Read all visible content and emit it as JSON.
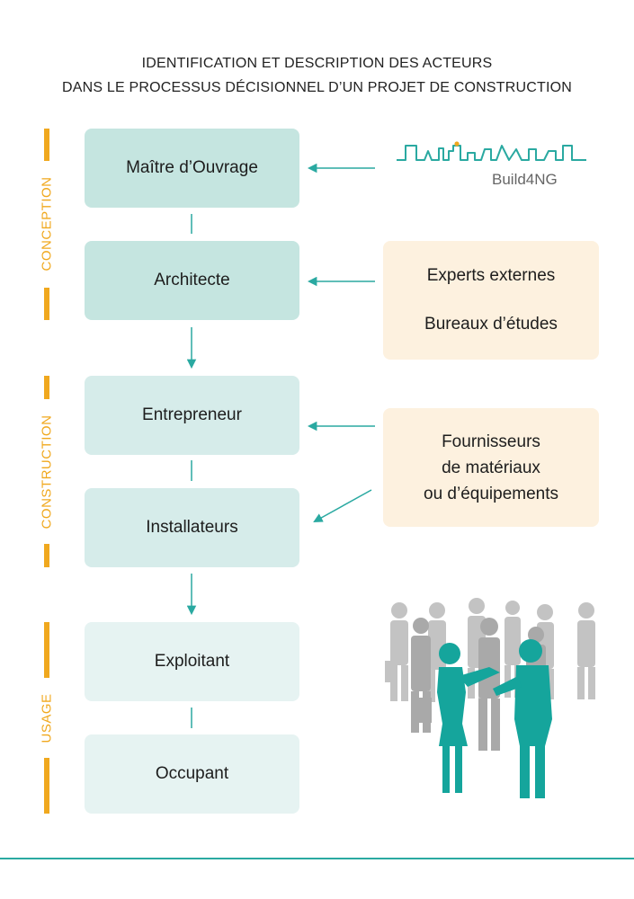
{
  "title": {
    "line1": "IDENTIFICATION ET DESCRIPTION DES ACTEURS",
    "line2": "DANS LE PROCESSUS DÉCISIONNEL D’UN PROJET DE CONSTRUCTION"
  },
  "phases": {
    "conception": "CONCEPTION",
    "construction": "CONSTRUCTION",
    "usage": "USAGE"
  },
  "actors": {
    "maitre_ouvrage": "Maître d’Ouvrage",
    "architecte": "Architecte",
    "entrepreneur": "Entrepreneur",
    "installateurs": "Installateurs",
    "exploitant": "Exploitant",
    "occupant": "Occupant"
  },
  "side_boxes": {
    "experts_externes": "Experts externes",
    "bureaux_etudes": "Bureaux d’études",
    "fournisseurs_line1": "Fournisseurs",
    "fournisseurs_line2": "de matériaux",
    "fournisseurs_line3": "ou d’équipements"
  },
  "logo": {
    "text": "Build4NG"
  },
  "colors": {
    "teal": "#2aa9a1",
    "orange": "#f0a81e",
    "box_dark": "#c5e5e0",
    "box_mid": "#d6ecea",
    "box_light": "#e6f3f2",
    "side_box": "#fdf1df",
    "people_gray": "#b4b4b4"
  },
  "icons": [
    "build4ng-logo-icon",
    "people-group-icon"
  ]
}
